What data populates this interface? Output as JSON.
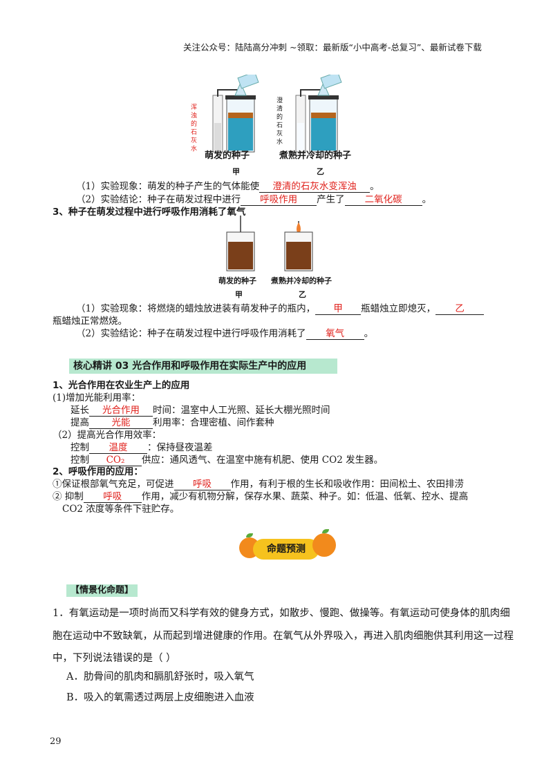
{
  "header": "关注公众号：陆陆高分冲刺  ~领取：最新版“小中高考-总复习”、最新试卷下载",
  "figure1": {
    "left_side_label": "浑浊的石灰水",
    "right_side_label": "澄清的石灰水",
    "caption_left": "萌发的种子",
    "caption_right": "煮熟并冷却的种子",
    "sub_left": "甲",
    "sub_right": "乙"
  },
  "exp1": {
    "p1_pre": "（1）实验现象：萌发的种子产生的气体能使",
    "p1_ans": "澄清的石灰水变浑浊",
    "p1_post": "。",
    "p2_pre": "（2）实验结论：种子在萌发过程中进行",
    "p2_ans1": "呼吸作用",
    "p2_mid": "产生了",
    "p2_ans2": "二氧化碳",
    "p2_post": "。"
  },
  "heading3": "3、种子在萌发过程中进行呼吸作用消耗了氧气",
  "figure2": {
    "caption_left": "萌发的种子",
    "caption_right": "煮熟并冷却的种子",
    "sub_left": "甲",
    "sub_right": "乙"
  },
  "exp2": {
    "p1_pre": "（1）实验现象：将燃烧的蜡烛放进装有萌发种子的瓶内，",
    "p1_ans1": "甲",
    "p1_mid": "瓶蜡烛立即熄灭，",
    "p1_ans2": "乙",
    "p1_line2": "瓶蜡烛正常燃烧。",
    "p2_pre": "（2）实验结论：种子在萌发过程中进行呼吸作用消耗了",
    "p2_ans": "氧气",
    "p2_post": "。"
  },
  "section_title": "核心精讲 03   光合作用和呼吸作用在实际生产中的应用",
  "s1": {
    "heading": "1、光合作用在农业生产上的应用",
    "sub1": "(1)增加光能利用率：",
    "l1_pre": "延长",
    "l1_ans": "光合作用",
    "l1_post": "时间：温室中人工光照、延长大棚光照时间",
    "l2_pre": "提高",
    "l2_ans": "光能",
    "l2_post": "利用率：合理密植、间作套种",
    "sub2": "（2）提高光合作用效率：",
    "l3_pre": "控制",
    "l3_ans": "温度",
    "l3_post": "：保持昼夜温差",
    "l4_pre": "控制",
    "l4_ans": "CO₂",
    "l4_post": "供应：通风透气、在温室中施有机肥、使用 CO2 发生器。"
  },
  "s2": {
    "heading": "2、呼吸作用的应用：",
    "l1_pre": "①保证根部氧气充足，可促进",
    "l1_ans": "呼吸",
    "l1_post": "作用，有利于根的生长和吸收作用：田间松土、农田排涝",
    "l2_pre": "②  抑制",
    "l2_ans": "呼吸",
    "l2_post": "作用，减少有机物分解，保存水果、蔬菜、种子。如：低温、低氧、控水、提高",
    "l3": "CO2 浓度等条件下驻贮存。"
  },
  "badge": "命题预测",
  "tag": "【情景化命题】",
  "question": {
    "line1": "1．有氧运动是一项时尚而又科学有效的健身方式，如散步、慢跑、做操等。有氧运动可使身体的肌肉细",
    "line2": "胞在运动中不致缺氧，从而起到增进健康的作用。在氧气从外界吸入，再进入肌肉细胞供其利用这一过程",
    "line3": "中，下列说法错误的是（      ）",
    "optA": "A．肋骨间的肌肉和膈肌舒张时，吸入氧气",
    "optB": "B．吸入的氧需透过两层上皮细胞进入血液"
  },
  "page_number": "29",
  "colors": {
    "answer": "#e0201b",
    "highlight": "#b7e8cf",
    "badge": "#f6c21e",
    "orange": "#f28a1c"
  }
}
